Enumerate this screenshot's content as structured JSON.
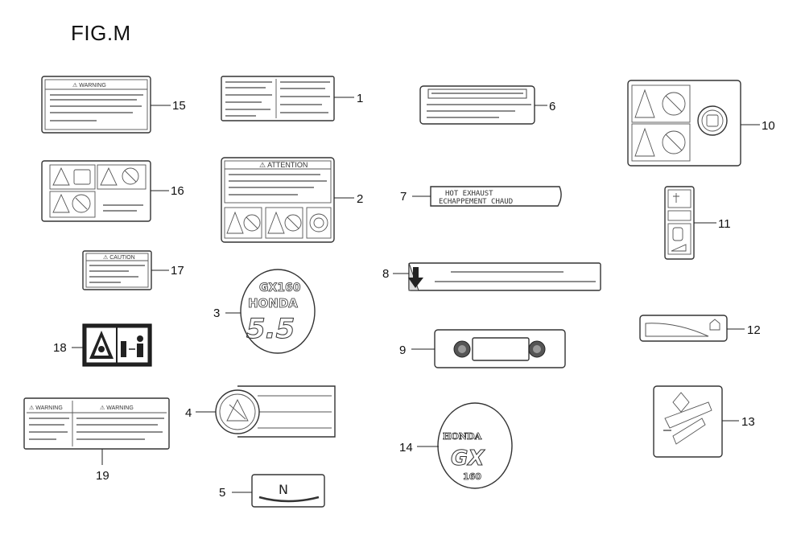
{
  "figure": {
    "title": "FIG.M"
  },
  "callouts": {
    "n1": "1",
    "n2": "2",
    "n3": "3",
    "n4": "4",
    "n5": "5",
    "n6": "6",
    "n7": "7",
    "n8": "8",
    "n9": "9",
    "n10": "10",
    "n11": "11",
    "n12": "12",
    "n13": "13",
    "n14": "14",
    "n15": "15",
    "n16": "16",
    "n17": "17",
    "n18": "18",
    "n19": "19"
  },
  "label_text": {
    "warning_15": "⚠ WARNING",
    "attention_2": "⚠ ATTENTION",
    "hot_exhaust_line1": "HOT EXHAUST",
    "hot_exhaust_line2": "ECHAPPEMENT CHAUD",
    "emblem3_top": "GX160",
    "emblem3_brand": "HONDA",
    "emblem3_power": "5.5",
    "emblem14_brand": "HONDA",
    "emblem14_model": "GX",
    "emblem14_num": "160",
    "label5_letter": "N",
    "warning_19_left": "⚠ WARNING",
    "warning_19_right": "⚠ WARNING",
    "label17_head": "⚠ CAUTION"
  }
}
